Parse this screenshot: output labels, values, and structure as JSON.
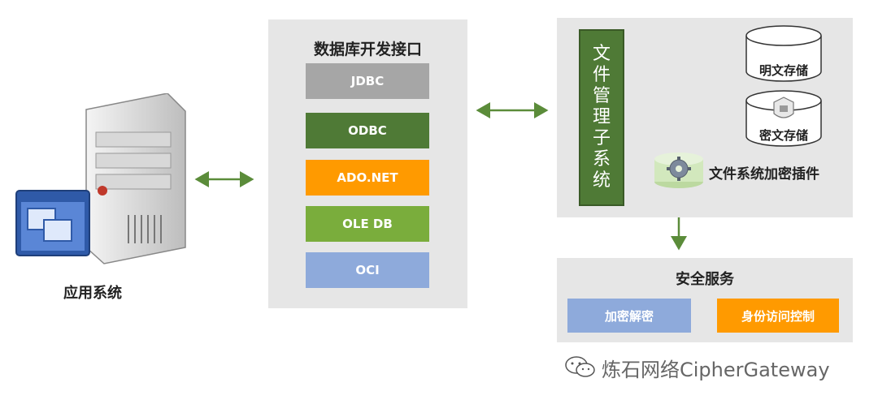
{
  "app": {
    "label": "应用系统"
  },
  "interface_panel": {
    "title": "数据库开发接口",
    "drivers": [
      {
        "label": "JDBC",
        "color": "#a6a6a6"
      },
      {
        "label": "ODBC",
        "color": "#4f7a36"
      },
      {
        "label": "ADO.NET",
        "color": "#ff9a00"
      },
      {
        "label": "OLE DB",
        "color": "#7aad3c"
      },
      {
        "label": "OCI",
        "color": "#8eaadb"
      }
    ]
  },
  "file_panel": {
    "title_chars": [
      "文",
      "件",
      "管",
      "理",
      "子",
      "系",
      "统"
    ],
    "plain_storage": "明文存储",
    "encrypted_storage": "密文存储",
    "plugin": "文件系统加密插件"
  },
  "security_panel": {
    "title": "安全服务",
    "encrypt_decrypt": "加密解密",
    "access_control": "身份访问控制",
    "encrypt_color": "#8eaadb",
    "access_color": "#ff9a00"
  },
  "watermark": {
    "text": "炼石网络CipherGateway"
  },
  "colors": {
    "arrow": "#5b8c3a",
    "panel": "#e6e6e6"
  }
}
